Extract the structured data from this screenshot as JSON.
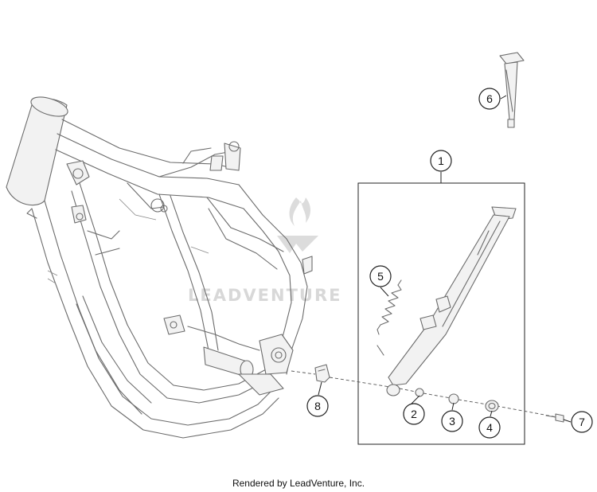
{
  "watermark": {
    "text": "LEADVENTURE"
  },
  "callouts": [
    {
      "label": "1"
    },
    {
      "label": "2"
    },
    {
      "label": "3"
    },
    {
      "label": "4"
    },
    {
      "label": "5"
    },
    {
      "label": "6"
    },
    {
      "label": "7"
    },
    {
      "label": "8"
    }
  ],
  "footer": {
    "text": "Rendered by LeadVenture, Inc."
  }
}
